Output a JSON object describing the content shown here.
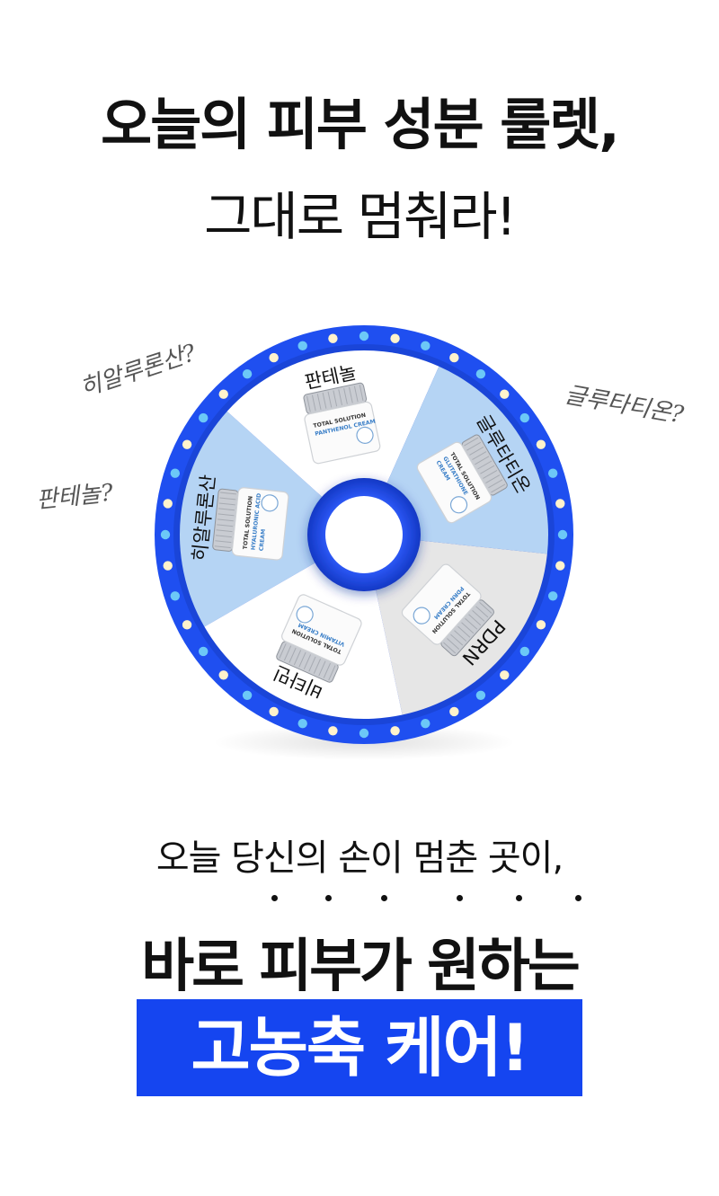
{
  "headline": {
    "line1": "오늘의 피부 성분 룰렛,",
    "line2": "그대로 멈춰라!"
  },
  "handwritten": [
    "히알루론산?",
    "글루타티온?",
    "판테놀?"
  ],
  "roulette": {
    "segments": [
      {
        "label": "히알루론산",
        "jar_text": [
          "TOTAL SOLUTION",
          "HYALURONIC ACID",
          "CREAM"
        ]
      },
      {
        "label": "판테놀",
        "jar_text": [
          "TOTAL SOLUTION",
          "PANTHENOL CREAM"
        ]
      },
      {
        "label": "글루타티온",
        "jar_text": [
          "TOTAL SOLUTION",
          "GLUTATHIONE",
          "CREAM"
        ]
      },
      {
        "label": "PDRN",
        "jar_text": [
          "TOTAL SOLUTION",
          "PDRN CREAM"
        ]
      },
      {
        "label": "비타민",
        "jar_text": [
          "TOTAL SOLUTION",
          "VITAMIN CREAM"
        ]
      }
    ],
    "colors": {
      "rim": "#1f4ff0",
      "light_blue": "#b5d4f4",
      "white": "#ffffff",
      "gray": "#e6e6e6",
      "bulb_blue": "#6cc8f7",
      "bulb_cream": "#fff3cc"
    }
  },
  "tagline": {
    "sub": "오늘 당신의 손이 멈춘 곳이,",
    "main": "바로 피부가 원하는",
    "highlight": "고농축 케어!",
    "highlight_color": "#1545f0"
  }
}
